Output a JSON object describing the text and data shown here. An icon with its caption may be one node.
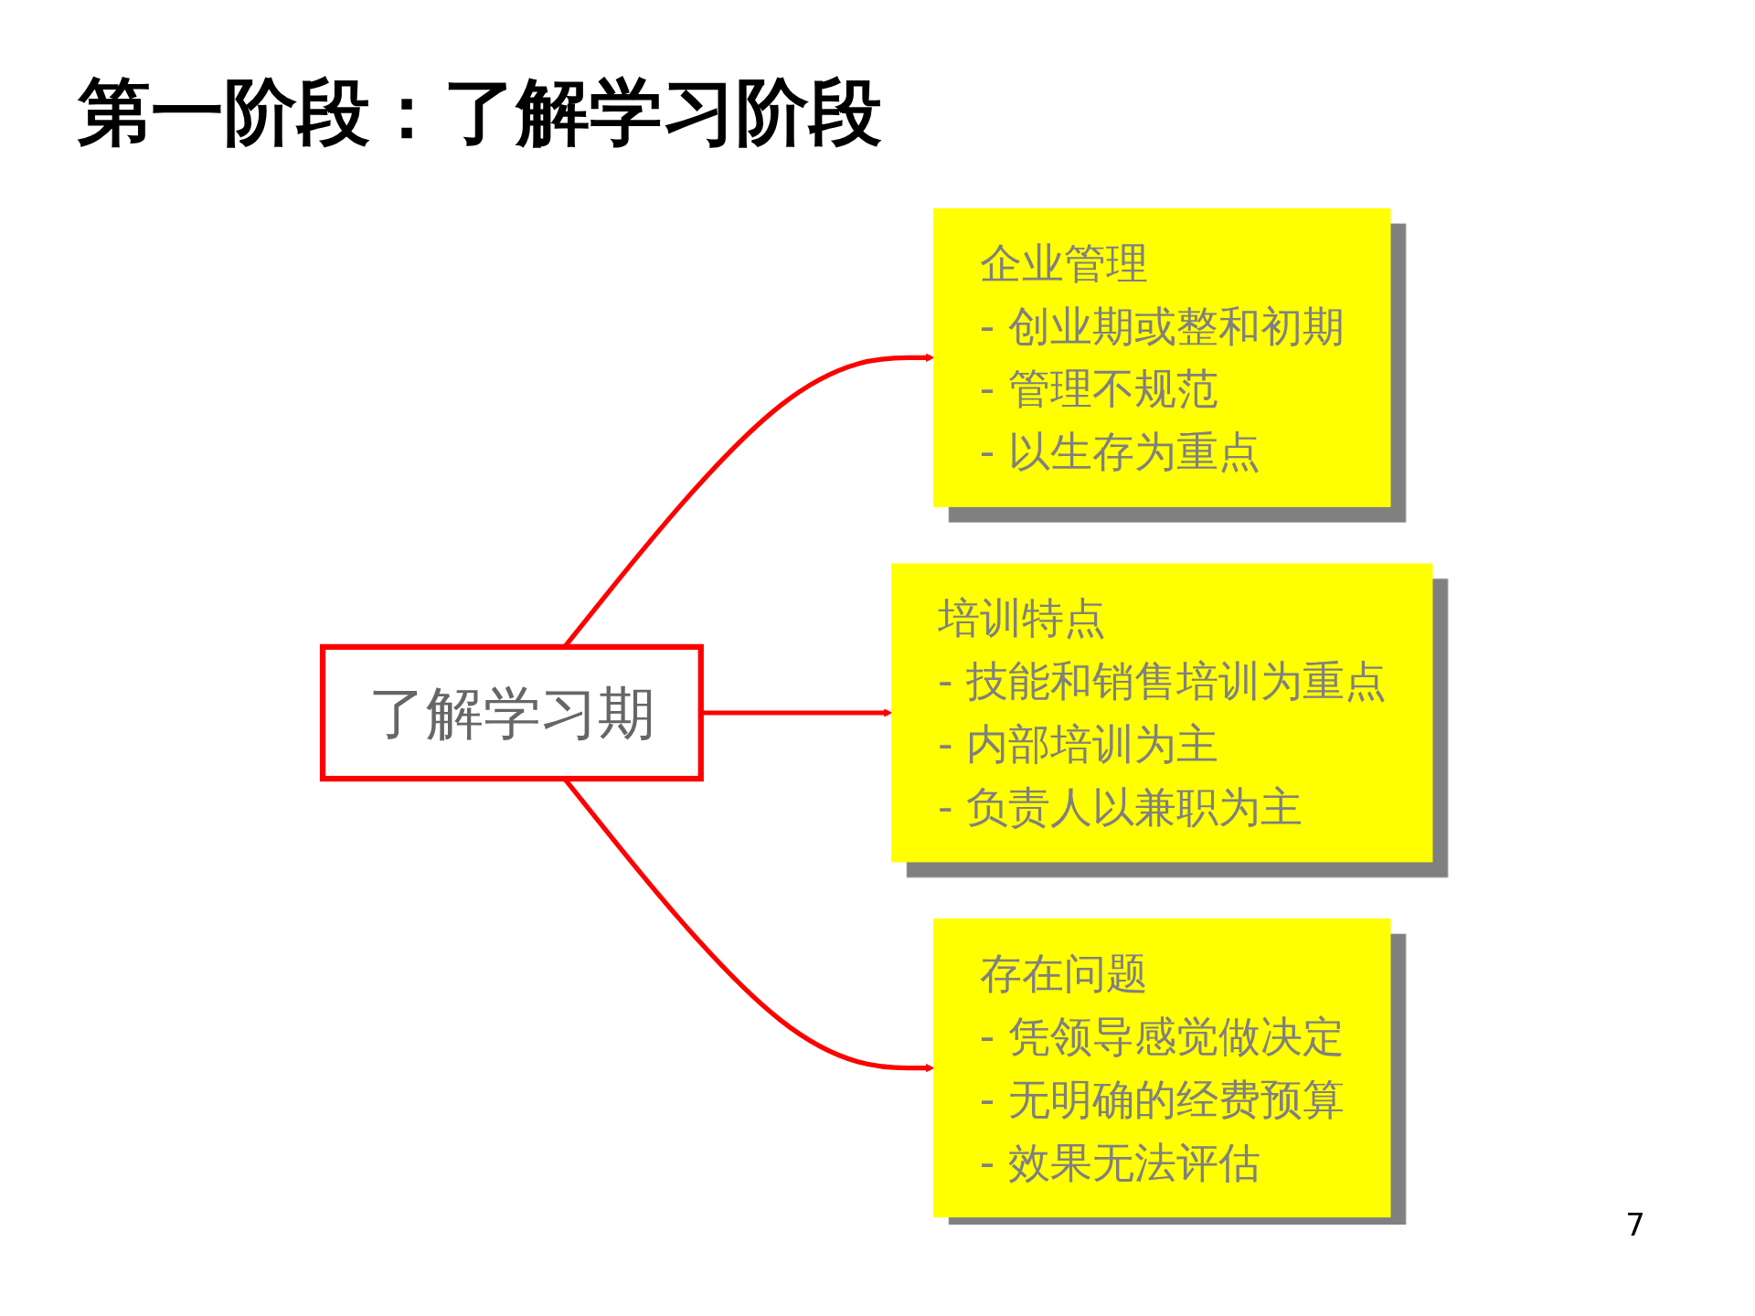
{
  "diagram": {
    "title": "第一阶段：了解学习阶段",
    "nodes": [
      {
        "text": [
          "了解学习期"
        ]
      },
      {
        "text": [
          "企业管理",
          "- 创业期或整和初期",
          "- 管理不规范",
          "- 以生存为重点"
        ]
      },
      {
        "text": [
          "培训特点",
          "- 技能和销售培训为重点",
          "- 内部培训为主",
          "- 负责人以兼职为主"
        ]
      },
      {
        "text": [
          "存在问题",
          "- 凭领导感觉做决定",
          "- 无明确的经费预算",
          "- 效果无法评估"
        ]
      }
    ],
    "edges": [
      {
        "from": 0,
        "to": 1,
        "arrow": "to"
      },
      {
        "from": 0,
        "to": 2,
        "arrow": "to"
      },
      {
        "from": 0,
        "to": 3,
        "arrow": "to"
      }
    ],
    "labels": [
      "7"
    ]
  }
}
